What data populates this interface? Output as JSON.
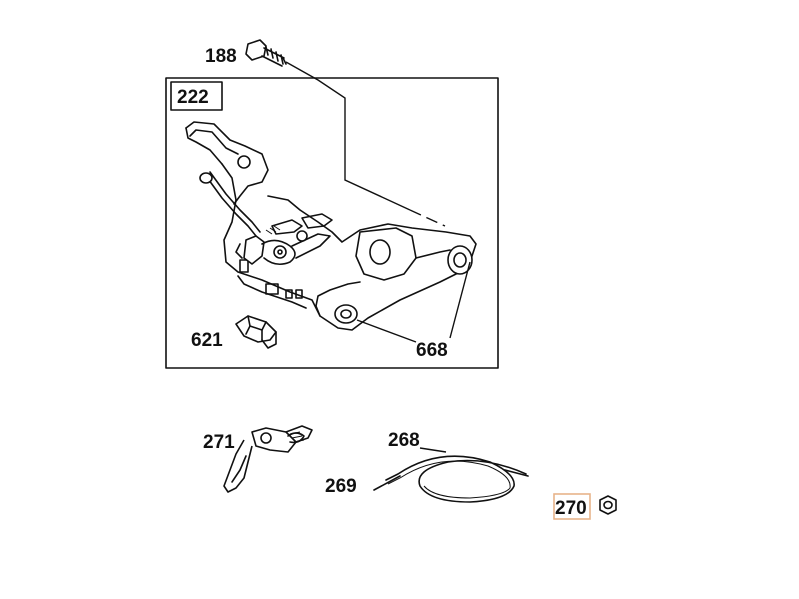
{
  "diagram": {
    "group_label": "222",
    "parts": {
      "p188": "188",
      "p621": "621",
      "p668": "668",
      "p271": "271",
      "p268": "268",
      "p269": "269",
      "p270": "270"
    },
    "highlight_color": "#e8b48a"
  }
}
